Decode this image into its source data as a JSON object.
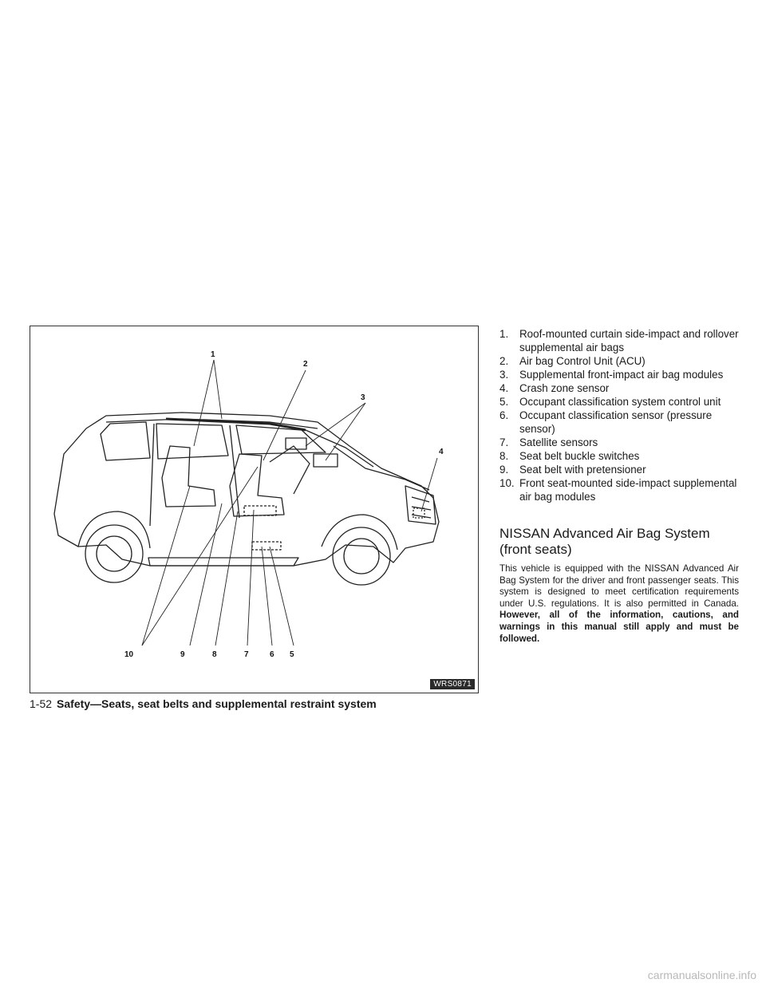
{
  "figure": {
    "code": "WRS0871",
    "callouts": [
      "1",
      "2",
      "3",
      "4",
      "5",
      "6",
      "7",
      "8",
      "9",
      "10"
    ]
  },
  "legend": [
    {
      "num": "1.",
      "text": "Roof-mounted curtain side-impact and rollover supplemental air bags"
    },
    {
      "num": "2.",
      "text": "Air bag Control Unit (ACU)"
    },
    {
      "num": "3.",
      "text": "Supplemental front-impact air bag modules"
    },
    {
      "num": "4.",
      "text": "Crash zone sensor"
    },
    {
      "num": "5.",
      "text": "Occupant classification system control unit"
    },
    {
      "num": "6.",
      "text": "Occupant classification sensor (pressure sensor)"
    },
    {
      "num": "7.",
      "text": "Satellite sensors"
    },
    {
      "num": "8.",
      "text": "Seat belt buckle switches"
    },
    {
      "num": "9.",
      "text": "Seat belt with pretensioner"
    },
    {
      "num": "10.",
      "text": "Front seat-mounted side-impact supplemental air bag modules"
    }
  ],
  "section": {
    "heading": "NISSAN Advanced Air Bag System (front seats)",
    "body": "This vehicle is equipped with the NISSAN Advanced Air Bag System for the driver and front passenger seats. This system is designed to meet certification requirements under U.S. regulations. It is also permitted in Canada.",
    "body_bold": "However, all of the information, cautions, and warnings in this manual still apply and must be followed."
  },
  "footer": {
    "page": "1-52",
    "section_title": "Safety—Seats, seat belts and supplemental restraint system"
  },
  "watermark": "carmanualsonline.info"
}
